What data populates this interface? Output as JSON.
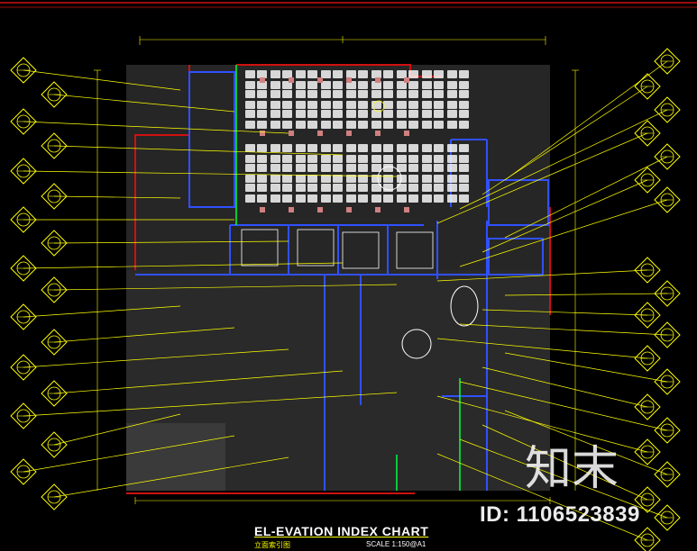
{
  "drawing": {
    "title": "EL-EVATION INDEX CHART",
    "subtitle": "立面索引图",
    "scale": "SCALE   1:150@A1"
  },
  "watermark": {
    "logo": "知末",
    "id": "ID: 1106523839"
  },
  "symbols": {
    "count_left": 18,
    "count_right": 20
  },
  "colors": {
    "background": "#000000",
    "frame": "#d01010",
    "wall": "#3050ff",
    "index_symbol": "#ffff00",
    "furniture": "#ffffff",
    "hatch": "#303030",
    "dimension": "#ffff00",
    "green": "#00ff40"
  }
}
